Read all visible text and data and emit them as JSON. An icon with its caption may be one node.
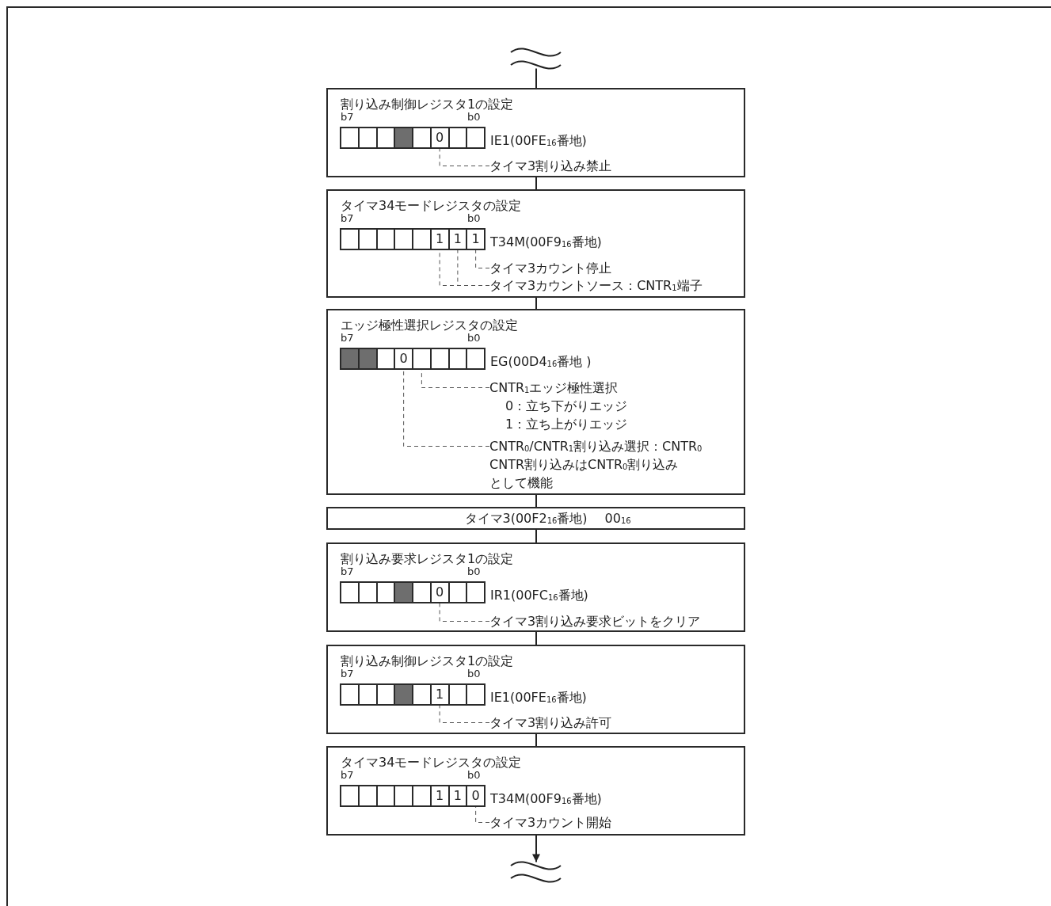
{
  "diagram": {
    "nodes": [
      {
        "text": [
          "割り込み制御レジスタ1の設定",
          "b7",
          "b0",
          "IE1(00FE$_{16}$番地)"
        ]
      },
      {
        "text": [
          "0"
        ],
        "in": 0
      },
      {
        "text": [
          "タイマ3割り込み禁止"
        ],
        "in": 0
      },
      {
        "text": [
          "タイマ34モードレジスタの設定",
          "b7",
          "b0",
          "T34M(00F9$_{16}$番地)"
        ]
      },
      {
        "text": [
          "1",
          "1",
          "1"
        ],
        "in": 3
      },
      {
        "text": [
          "タイマ3カウント停止"
        ],
        "in": 3
      },
      {
        "text": [
          "タイマ3カウントソース：CNTR$_{1}$端子"
        ],
        "in": 3
      },
      {
        "text": [
          "エッジ極性選択レジスタの設定",
          "b7",
          "b0",
          "EG(00D4$_{16}$番地 )"
        ]
      },
      {
        "text": [
          "0"
        ],
        "in": 7
      },
      {
        "text": [
          "CNTR$_{1}$エッジ極性選択",
          "0：立ち下がりエッジ",
          "1：立ち上がりエッジ"
        ],
        "in": 7
      },
      {
        "text": [
          "CNTR$_{0}$/CNTR$_{1}$割り込み選択：CNTR$_{0}$",
          "CNTR割り込みはCNTR$_{0}$割り込みとして機能"
        ],
        "in": 7
      },
      {
        "text": [
          "タイマ3(00F2$_{16}$番地)",
          "00$_{16}$"
        ]
      },
      {
        "text": [
          "割り込み要求レジスタ1の設定",
          "b7",
          "b0",
          "IR1(00FC$_{16}$番地)"
        ]
      },
      {
        "text": [
          "0"
        ],
        "in": 12
      },
      {
        "text": [
          "タイマ3割り込み要求ビットをクリア"
        ],
        "in": 12
      },
      {
        "text": [
          "割り込み制御レジスタ1の設定",
          "b7",
          "b0",
          "IE1(00FE$_{16}$番地)"
        ]
      },
      {
        "text": [
          "1"
        ],
        "in": 15
      },
      {
        "text": [
          "タイマ3割り込み許可"
        ],
        "in": 15
      },
      {
        "text": [
          "タイマ34モードレジスタの設定",
          "b7",
          "b0",
          "T34M(00F9$_{16}$番地)"
        ]
      },
      {
        "text": [
          "1",
          "1",
          "0"
        ],
        "in": 18
      },
      {
        "text": [
          "タイマ3カウント開始"
        ],
        "in": 18
      },
      {
        "text": [],
        "shape": "wave"
      },
      {
        "text": [],
        "shape": "wave"
      }
    ],
    "edges": [
      {
        "from": 21,
        "to": 0,
        "arrow": "none"
      },
      {
        "from": 0,
        "to": 3,
        "arrow": "none"
      },
      {
        "from": 3,
        "to": 7,
        "arrow": "none"
      },
      {
        "from": 7,
        "to": 11,
        "arrow": "none"
      },
      {
        "from": 11,
        "to": 12,
        "arrow": "none"
      },
      {
        "from": 12,
        "to": 15,
        "arrow": "none"
      },
      {
        "from": 15,
        "to": 18,
        "arrow": "none"
      },
      {
        "from": 18,
        "to": 22,
        "arrow": "to"
      },
      {
        "from": 2,
        "to": 1,
        "arrow": "none",
        "style": "dashed"
      },
      {
        "from": 5,
        "to": 4,
        "arrow": "none",
        "style": "dashed"
      },
      {
        "from": 6,
        "to": 4,
        "arrow": "none",
        "style": "dashed"
      },
      {
        "from": 6,
        "to": 4,
        "arrow": "none",
        "style": "dashed"
      },
      {
        "from": 9,
        "to": 8,
        "arrow": "none",
        "style": "dashed"
      },
      {
        "from": 10,
        "to": 8,
        "arrow": "none",
        "style": "dashed"
      },
      {
        "from": 14,
        "to": 13,
        "arrow": "none",
        "style": "dashed"
      },
      {
        "from": 17,
        "to": 16,
        "arrow": "none",
        "style": "dashed"
      },
      {
        "from": 20,
        "to": 19,
        "arrow": "none",
        "style": "dashed"
      }
    ]
  }
}
